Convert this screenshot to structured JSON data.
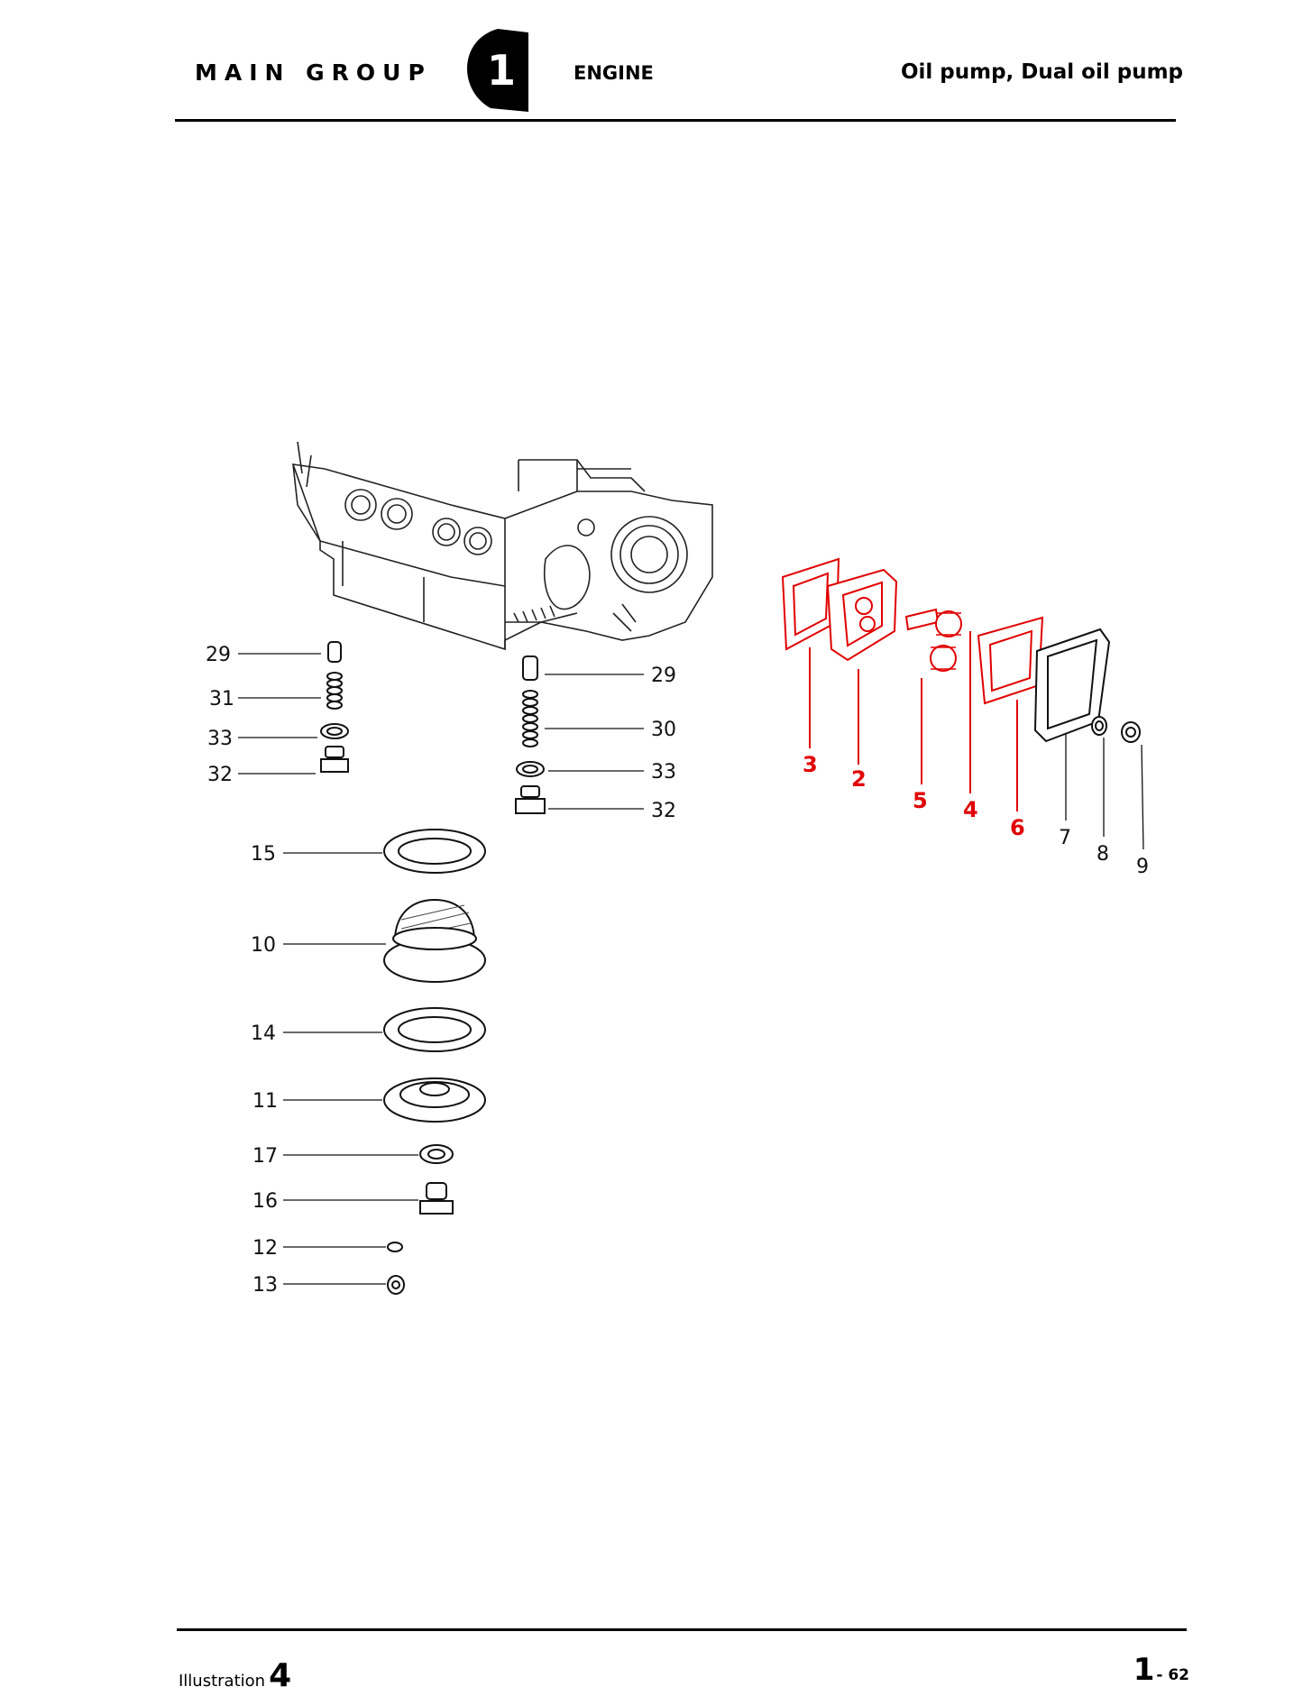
{
  "header": {
    "main_group": "MAIN GROUP",
    "group_number": "1",
    "section": "ENGINE",
    "title": "Oil pump, Dual oil pump"
  },
  "footer": {
    "illustration_label": "Illustration",
    "illustration_number": "4",
    "page_major": "1",
    "page_minor": "- 62"
  },
  "callouts": {
    "left_stack": [
      "29",
      "31",
      "33",
      "32"
    ],
    "middle_stack": [
      "29",
      "30",
      "33",
      "32"
    ],
    "lower_stack": [
      "15",
      "10",
      "14",
      "11",
      "17",
      "16",
      "12",
      "13"
    ],
    "pump_red": [
      "3",
      "2",
      "5",
      "4",
      "6"
    ],
    "pump_black": [
      "7",
      "8",
      "9"
    ]
  },
  "colors": {
    "highlight": "#e10000",
    "ink": "#111111"
  }
}
